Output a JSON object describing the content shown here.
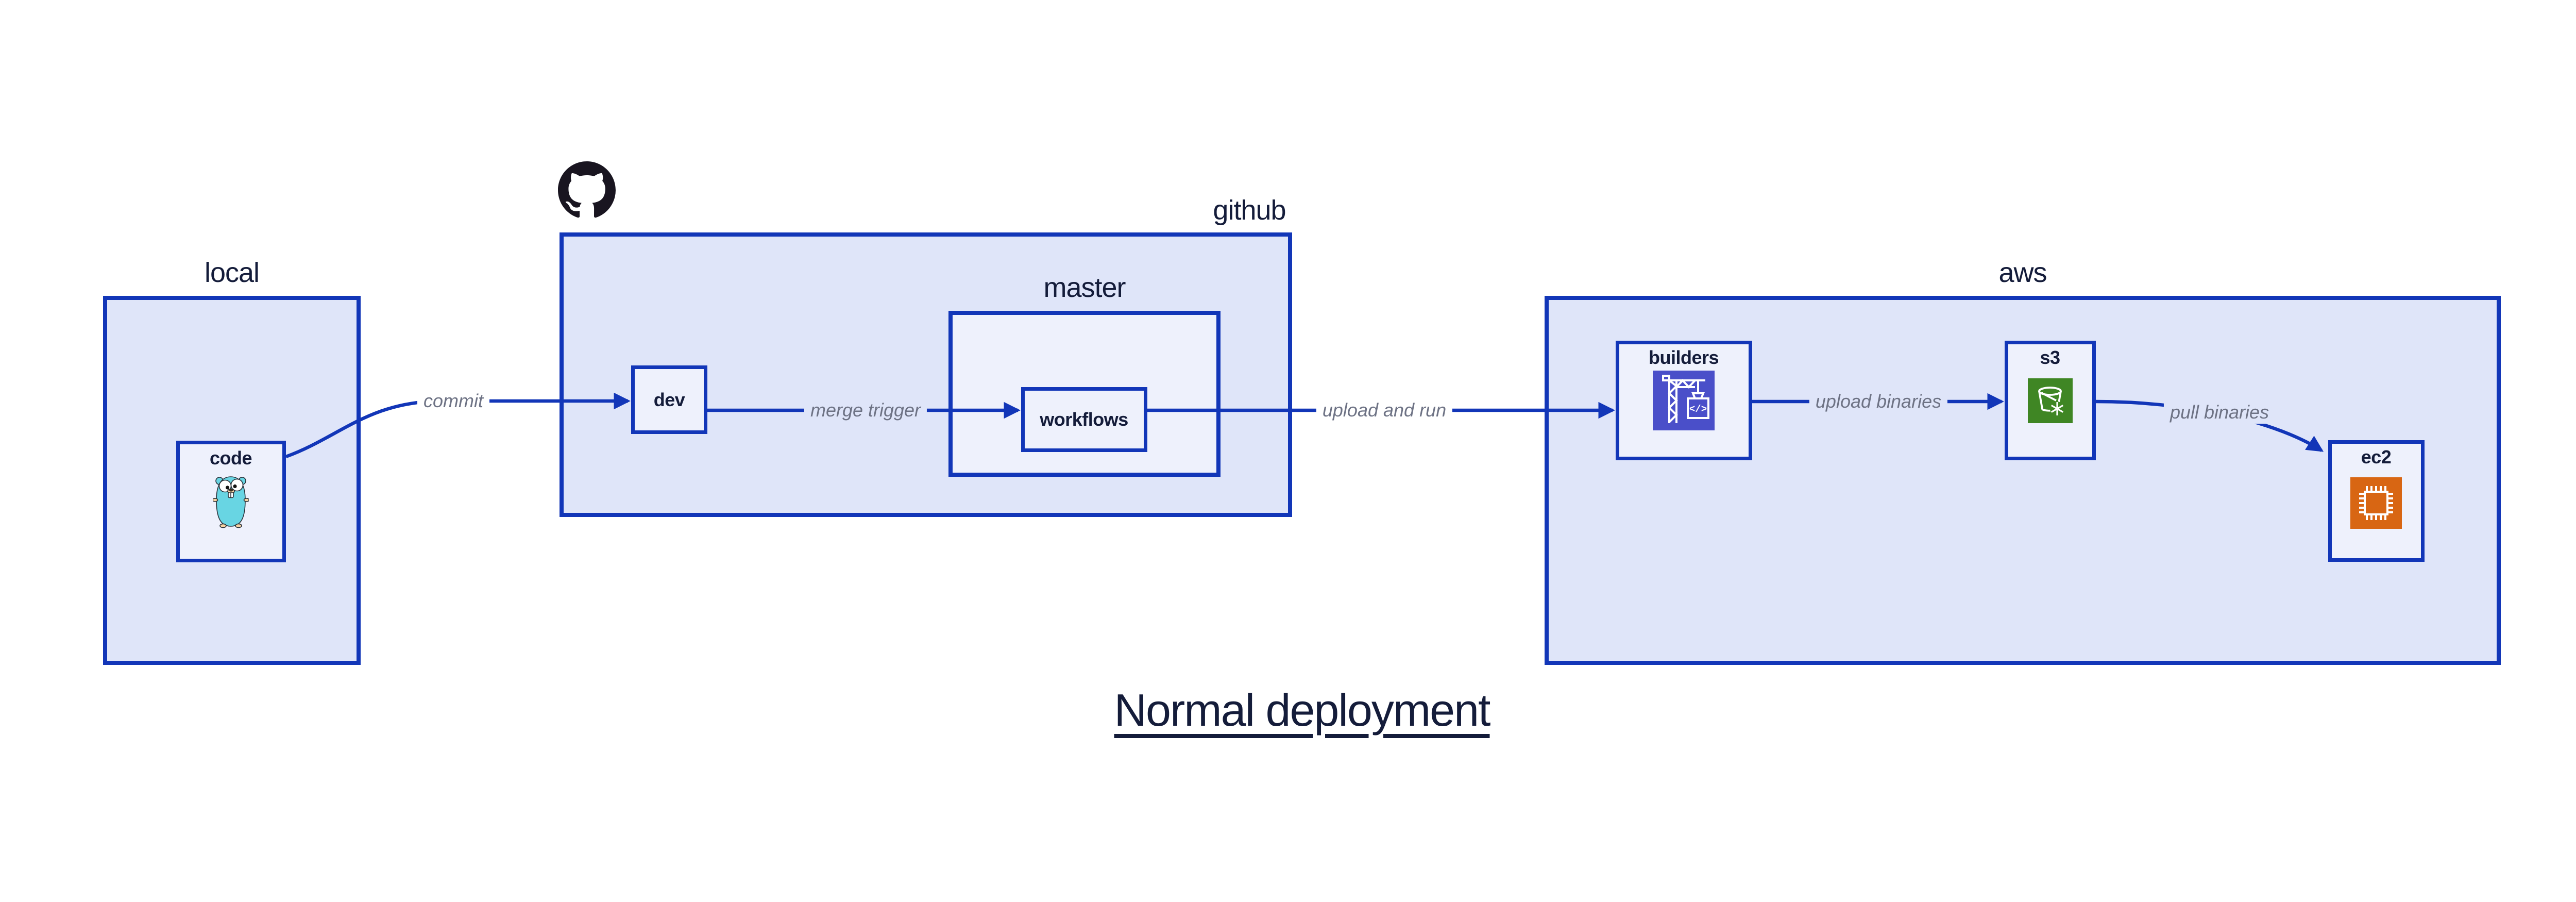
{
  "title": "Normal deployment",
  "containers": {
    "local": {
      "label": "local"
    },
    "github": {
      "label": "github"
    },
    "master": {
      "label": "master"
    },
    "aws": {
      "label": "aws"
    }
  },
  "nodes": {
    "code": {
      "label": "code"
    },
    "dev": {
      "label": "dev"
    },
    "workflows": {
      "label": "workflows"
    },
    "builders": {
      "label": "builders"
    },
    "s3": {
      "label": "s3"
    },
    "ec2": {
      "label": "ec2"
    }
  },
  "edges": {
    "commit": {
      "label": "commit"
    },
    "merge_trigger": {
      "label": "merge trigger"
    },
    "upload_and_run": {
      "label": "upload and run"
    },
    "upload_binaries": {
      "label": "upload binaries"
    },
    "pull_binaries": {
      "label": "pull binaries"
    }
  },
  "icons": {
    "octocat": "github-octocat",
    "gopher": "go-gopher",
    "builders": "aws-codebuild-crane",
    "s3": "aws-s3-bucket-snowflake",
    "ec2": "aws-ec2-chip",
    "codebuild_glyph": "</>"
  },
  "colors": {
    "accent": "#1236b8",
    "container_fill": "#dfe5f9",
    "node_fill": "#eef1fc",
    "text_dark": "#141c3a",
    "text_gray": "#6d7284",
    "codebuild": "#4a4fc9",
    "s3_green": "#3f8624",
    "ec2_orange": "#d86613",
    "gopher_teal": "#68d5e3",
    "gopher_tan": "#f6d2a2",
    "octocat_black": "#191520",
    "canvas": "#ffffff"
  }
}
